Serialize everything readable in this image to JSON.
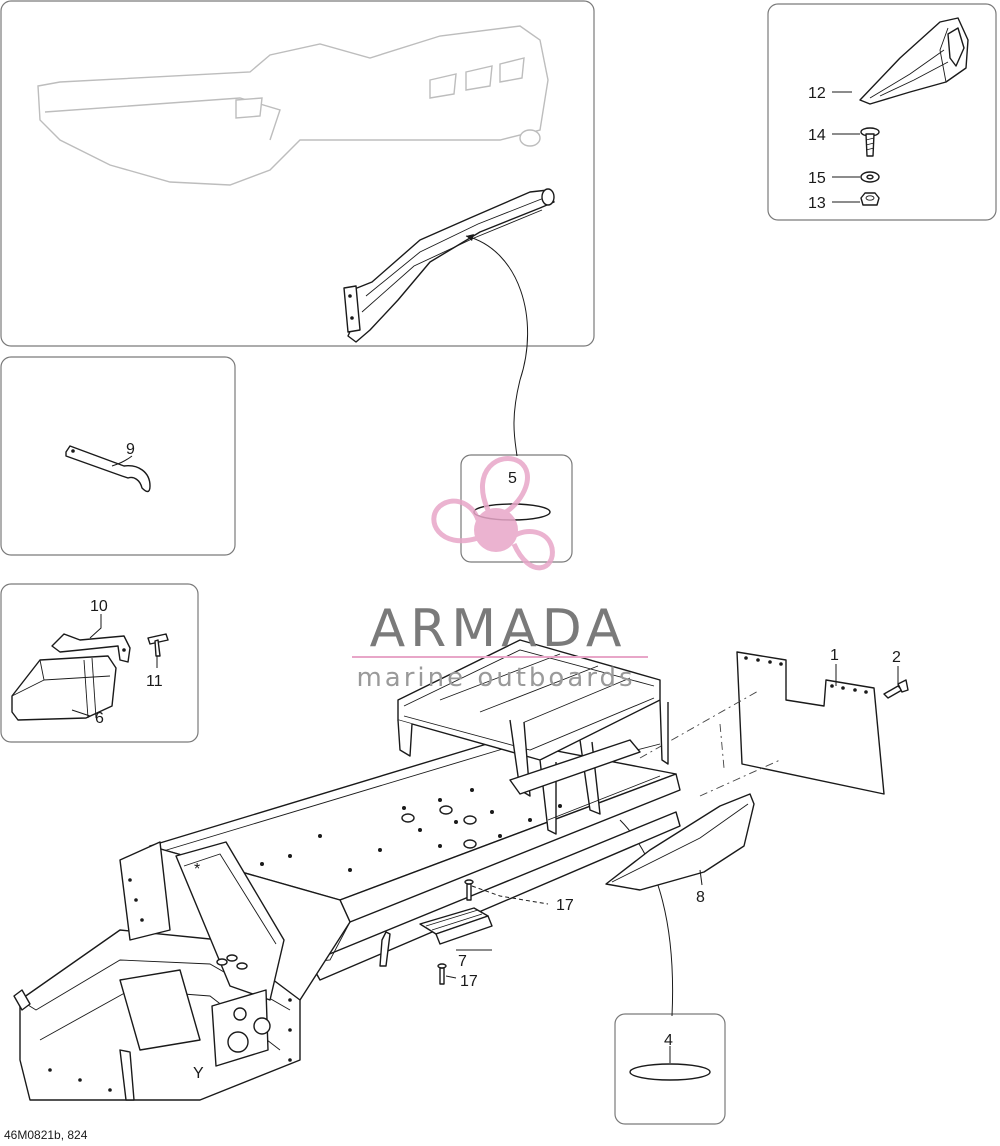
{
  "diagram": {
    "callouts": {
      "c1": "1",
      "c2": "2",
      "c4": "4",
      "c5": "5",
      "c6": "6",
      "c7": "7",
      "c8": "8",
      "c9": "9",
      "c10": "10",
      "c11": "11",
      "c12": "12",
      "c13": "13",
      "c14": "14",
      "c15": "15",
      "c17a": "17",
      "c17b": "17"
    },
    "markers": {
      "asterisk": "*",
      "y_mark": "Y"
    },
    "watermark": {
      "name": "ARMADA",
      "subtitle": "marine outboards",
      "brand_color": "#e8a6c8"
    },
    "document_code": "46M0821b, 824"
  }
}
